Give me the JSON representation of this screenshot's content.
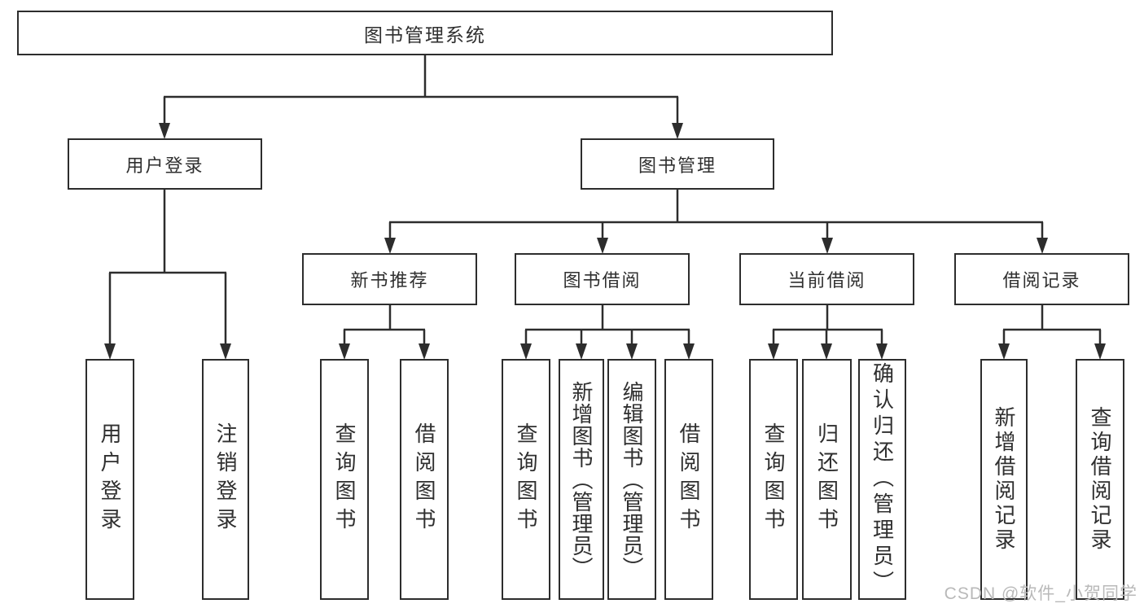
{
  "watermark": "CSDN @软件_小贺同学",
  "colors": {
    "line": "#2d2d2d",
    "text": "#2f2f2f",
    "watermark": "#b9b9b9",
    "background": "#ffffff"
  },
  "tree": {
    "root": {
      "label": "图书管理系统"
    },
    "children": [
      {
        "label": "用户登录",
        "children": [
          {
            "label": "用户登录"
          },
          {
            "label": "注销登录"
          }
        ]
      },
      {
        "label": "图书管理",
        "children": [
          {
            "label": "新书推荐",
            "children": [
              {
                "label": "查询图书"
              },
              {
                "label": "借阅图书"
              }
            ]
          },
          {
            "label": "图书借阅",
            "children": [
              {
                "label": "查询图书"
              },
              {
                "label": "新增图书（管理员）"
              },
              {
                "label": "编辑图书（管理员）"
              },
              {
                "label": "借阅图书"
              }
            ]
          },
          {
            "label": "当前借阅",
            "children": [
              {
                "label": "查询图书"
              },
              {
                "label": "归还图书"
              },
              {
                "label": "确认归还（管理员）"
              }
            ]
          },
          {
            "label": "借阅记录",
            "children": [
              {
                "label": "新增借阅记录"
              },
              {
                "label": "查询借阅记录"
              }
            ]
          }
        ]
      }
    ]
  }
}
